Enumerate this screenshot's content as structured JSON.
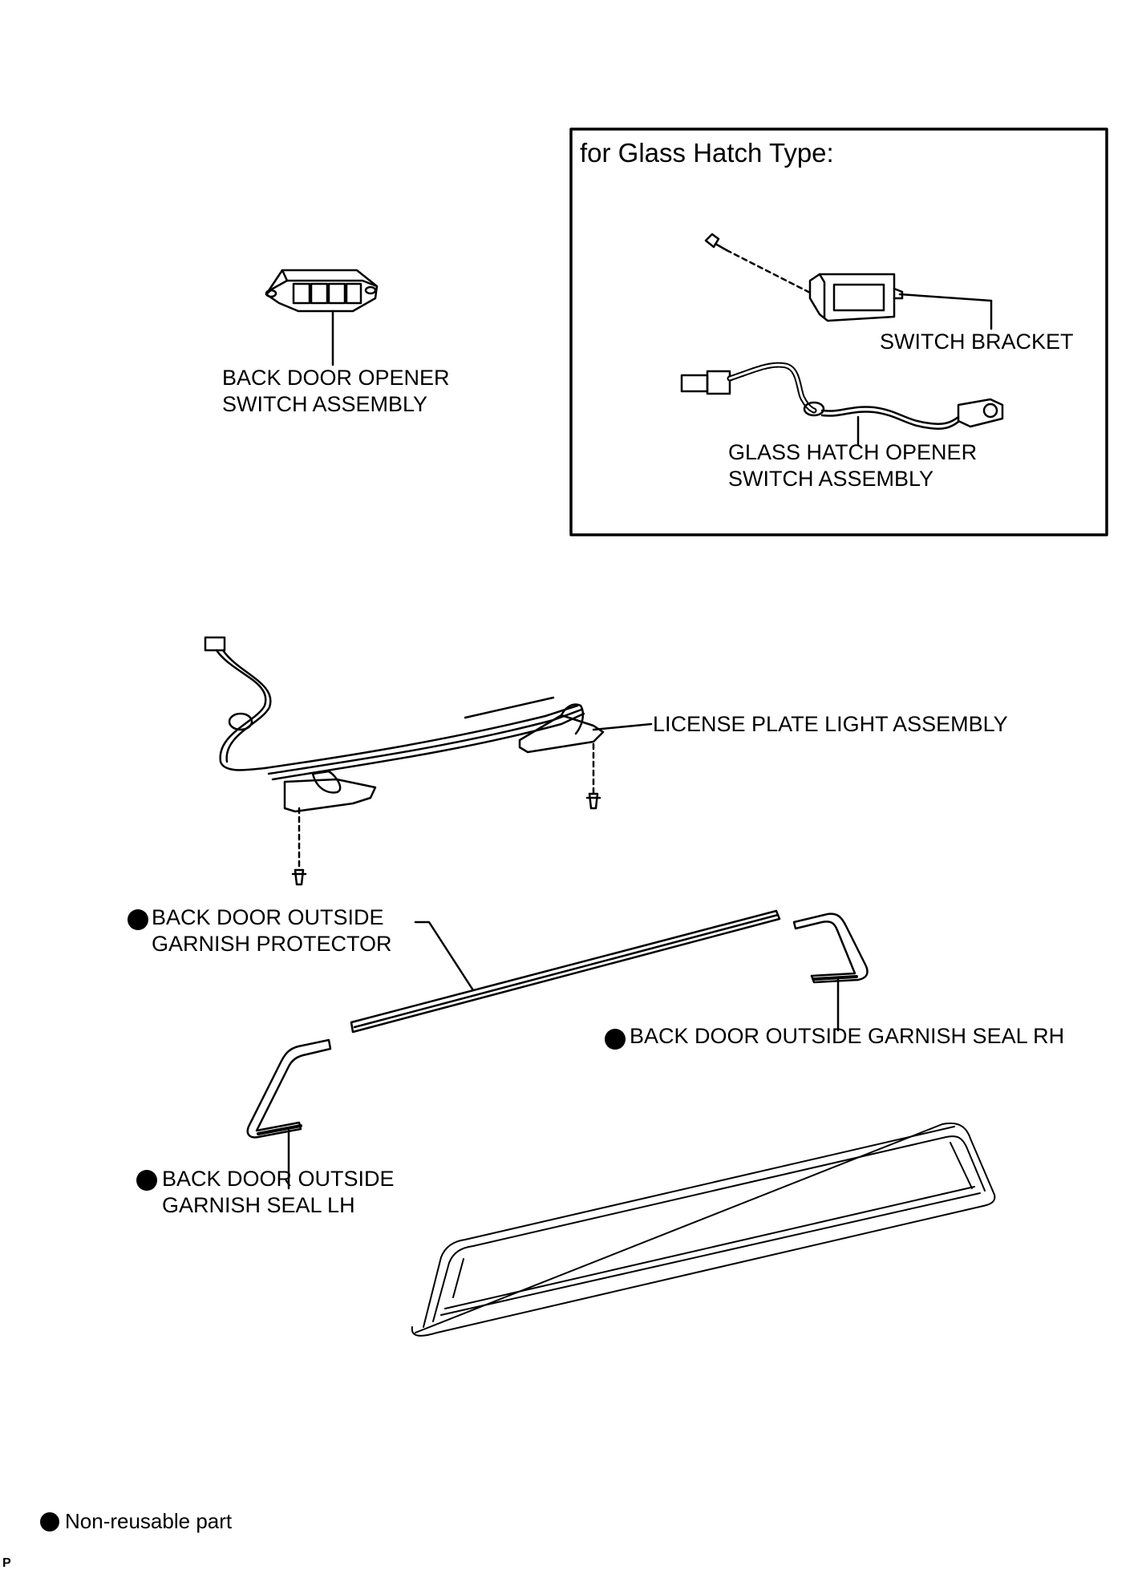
{
  "inset": {
    "title": "for Glass Hatch Type:",
    "switch_bracket": "SWITCH BRACKET",
    "glass_hatch_opener_line1": "GLASS HATCH OPENER",
    "glass_hatch_opener_line2": "SWITCH ASSEMBLY"
  },
  "labels": {
    "back_door_opener_line1": "BACK DOOR OPENER",
    "back_door_opener_line2": "SWITCH ASSEMBLY",
    "license_plate_light": "LICENSE PLATE LIGHT ASSEMBLY",
    "protector_line1": "BACK DOOR OUTSIDE",
    "protector_line2": "GARNISH PROTECTOR",
    "seal_rh": "BACK DOOR OUTSIDE GARNISH SEAL RH",
    "seal_lh_line1": "BACK DOOR OUTSIDE",
    "seal_lh_line2": "GARNISH SEAL LH"
  },
  "legend": {
    "symbol": "filled-circle-icon",
    "text": "Non-reusable part"
  },
  "corner_mark": "P"
}
